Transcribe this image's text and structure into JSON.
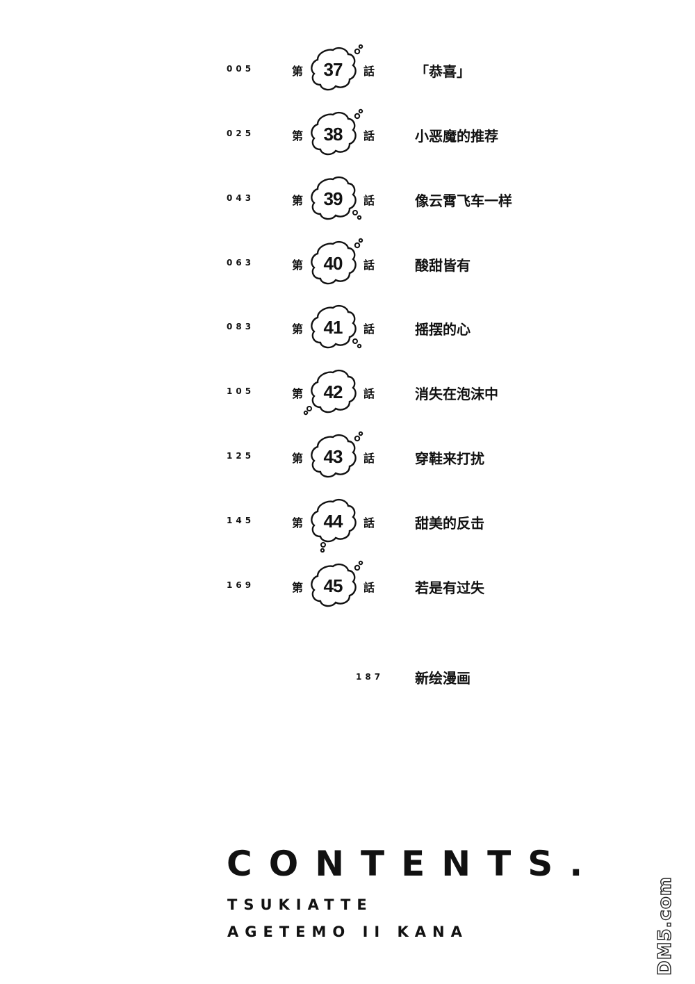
{
  "toc": {
    "chapter_prefix": "第",
    "chapter_suffix": "話",
    "entries": [
      {
        "page": "005",
        "chapter": "37",
        "title": "「恭喜」"
      },
      {
        "page": "025",
        "chapter": "38",
        "title": "小恶魔的推荐"
      },
      {
        "page": "043",
        "chapter": "39",
        "title": "像云霄飞车一样"
      },
      {
        "page": "063",
        "chapter": "40",
        "title": "酸甜皆有"
      },
      {
        "page": "083",
        "chapter": "41",
        "title": "摇摆的心"
      },
      {
        "page": "105",
        "chapter": "42",
        "title": "消失在泡沫中"
      },
      {
        "page": "125",
        "chapter": "43",
        "title": "穿鞋来打扰"
      },
      {
        "page": "145",
        "chapter": "44",
        "title": "甜美的反击"
      },
      {
        "page": "169",
        "chapter": "45",
        "title": "若是有过失"
      }
    ],
    "extra": {
      "page": "187",
      "title": "新绘漫画"
    }
  },
  "heading": "CONTENTS.",
  "subtitle_line1": "TSUKIATTE",
  "subtitle_line2": "AGETEMO II KANA",
  "watermark": "DM5.com"
}
